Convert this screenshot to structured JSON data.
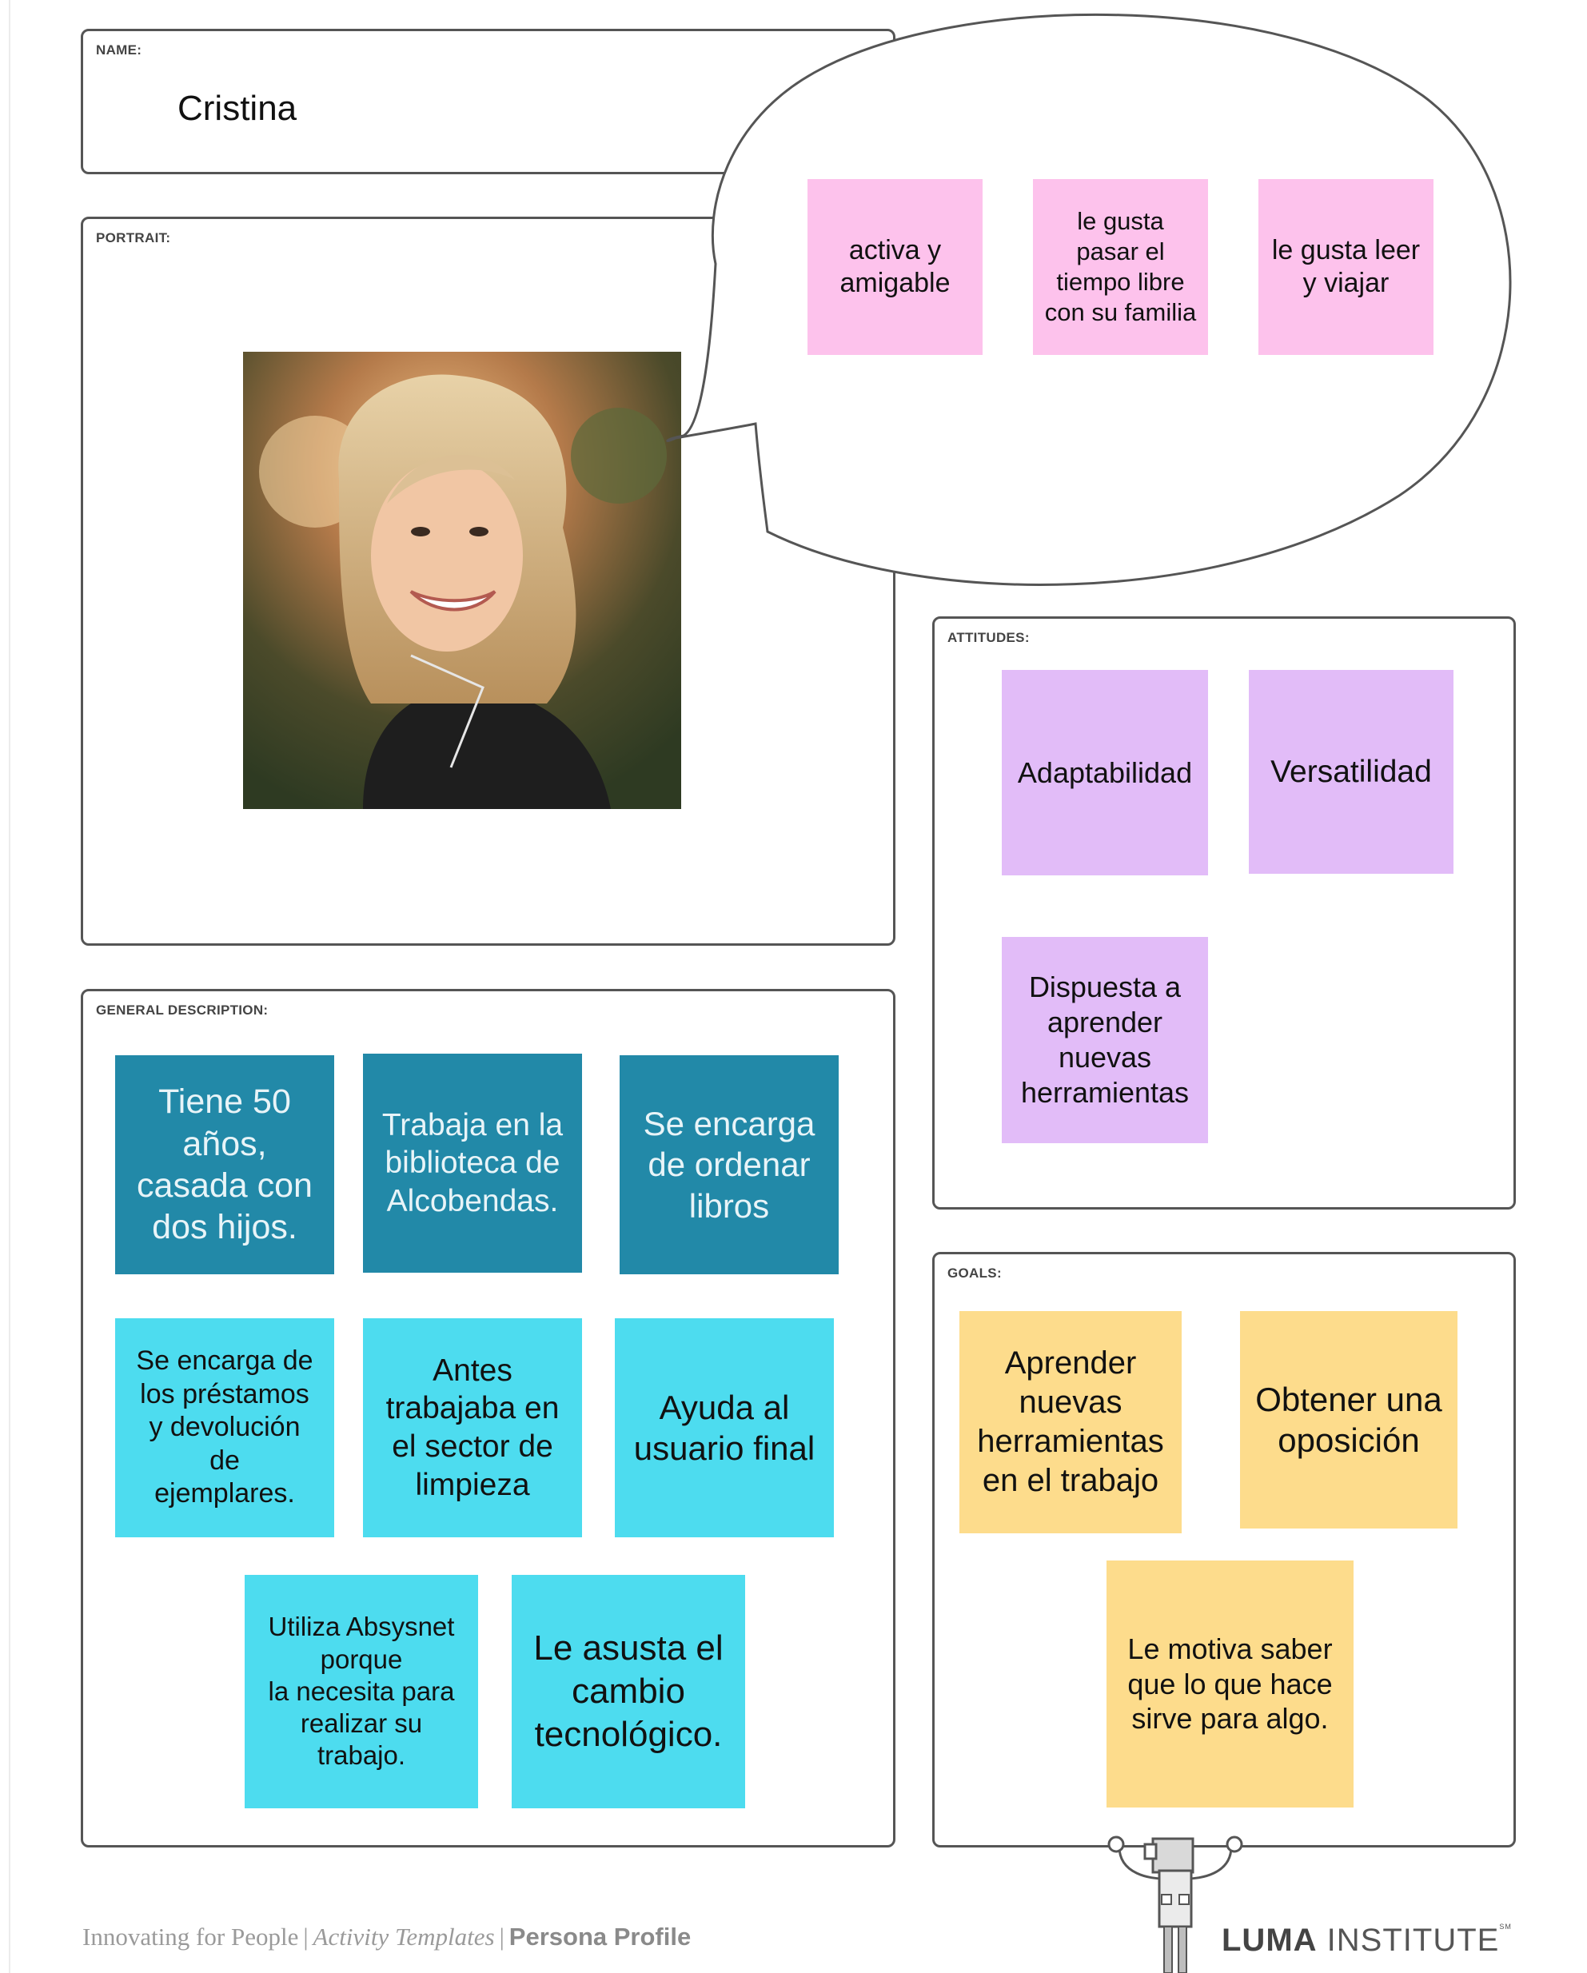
{
  "name_panel": {
    "label": "NAME:",
    "value": "Cristina"
  },
  "portrait_panel": {
    "label": "PORTRAIT:"
  },
  "speech_bubble": {
    "notes": [
      "activa y\namigable",
      "le gusta\npasar el\ntiempo libre\ncon su familia",
      "le gusta leer\ny viajar"
    ]
  },
  "attitudes": {
    "label": "ATTITUDES:",
    "notes": [
      "Adaptabilidad",
      "Versatilidad",
      "Dispuesta a\naprender\nnuevas\nherramientas"
    ]
  },
  "general_description": {
    "label": "GENERAL DESCRIPTION:",
    "notes": [
      "Tiene 50\naños,\ncasada con\ndos hijos.",
      "Trabaja en la\nbiblioteca de\nAlcobendas.",
      "Se encarga\nde ordenar\nlibros",
      "Se encarga de\nlos préstamos\ny devolución\nde\nejemplares.",
      "Antes\ntrabajaba en\nel sector de\nlimpieza",
      "Ayuda al\nusuario final",
      "Utiliza Absysnet\nporque\nla necesita para\nrealizar su\ntrabajo.",
      "Le asusta el\ncambio\ntecnológico."
    ]
  },
  "goals": {
    "label": "GOALS:",
    "notes": [
      "Aprender\nnuevas\nherramientas\nen el trabajo",
      "Obtener una\noposición",
      "Le motiva saber\nque lo que hace\nsirve para algo."
    ]
  },
  "footer": {
    "part1": "Innovating for People",
    "part2": "Activity Templates",
    "part3": "Persona Profile",
    "logo_bold": "LUMA",
    "logo_rest": "INSTITUTE",
    "logo_mark": "SM"
  },
  "colors": {
    "pink": "#fdc2ec",
    "lilac": "#e2bcf8",
    "teal": "#2289a8",
    "cyan": "#4ddcef",
    "yellow": "#fddc8c",
    "border": "#555555"
  }
}
